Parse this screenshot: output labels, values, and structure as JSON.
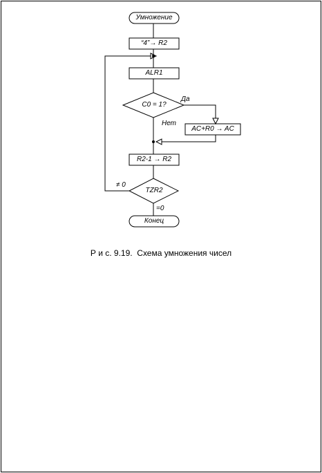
{
  "diagram": {
    "nodes": {
      "start": "Умножение",
      "init": "“4”→ R2",
      "shift": "ALR1",
      "condition_c0": "C0 = 1?",
      "add": "AC+R0 → AC",
      "decrement": "R2-1 → R2",
      "test_zero": "TZR2",
      "end": "Конец"
    },
    "edge_labels": {
      "yes": "Да",
      "no": "Нет",
      "not_zero": "≠ 0",
      "zero": "=0"
    }
  },
  "caption": "Р и с. 9.19.  Схема умножения чисел"
}
